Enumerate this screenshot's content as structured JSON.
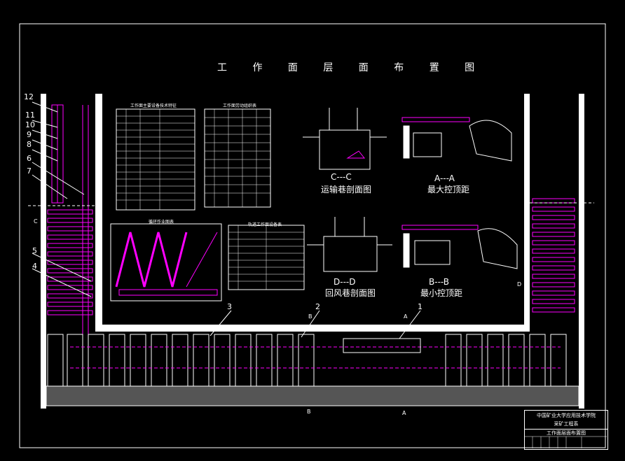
{
  "drawing": {
    "title": "工 作 面 层 面 布 置 图",
    "section_cc": "C---C",
    "section_cc_caption": "运输巷剖面图",
    "section_aa": "A---A",
    "section_aa_caption": "最大控顶距",
    "section_dd": "D---D",
    "section_dd_caption": "回风巷剖面图",
    "section_bb": "B---B",
    "section_bb_caption": "最小控顶距",
    "table1_title": "工作面主要设备技术特征",
    "table2_title": "工作面劳动组织表",
    "table3_title": "循环作业图表",
    "table4_title": "轨道工作面设备表",
    "callouts": [
      "12",
      "11",
      "10",
      "9",
      "8",
      "6",
      "7",
      "5",
      "4",
      "3",
      "2",
      "1"
    ],
    "marker_a": "A",
    "marker_b": "B",
    "marker_c": "C",
    "marker_d": "D"
  },
  "title_block": {
    "school": "中国矿业大学应用技术学院",
    "dept": "采矿工程系",
    "drawing_name": "工作面层面布置图"
  },
  "colors": {
    "background": "#000000",
    "line": "#ffffff",
    "accent": "#ff00ff"
  }
}
